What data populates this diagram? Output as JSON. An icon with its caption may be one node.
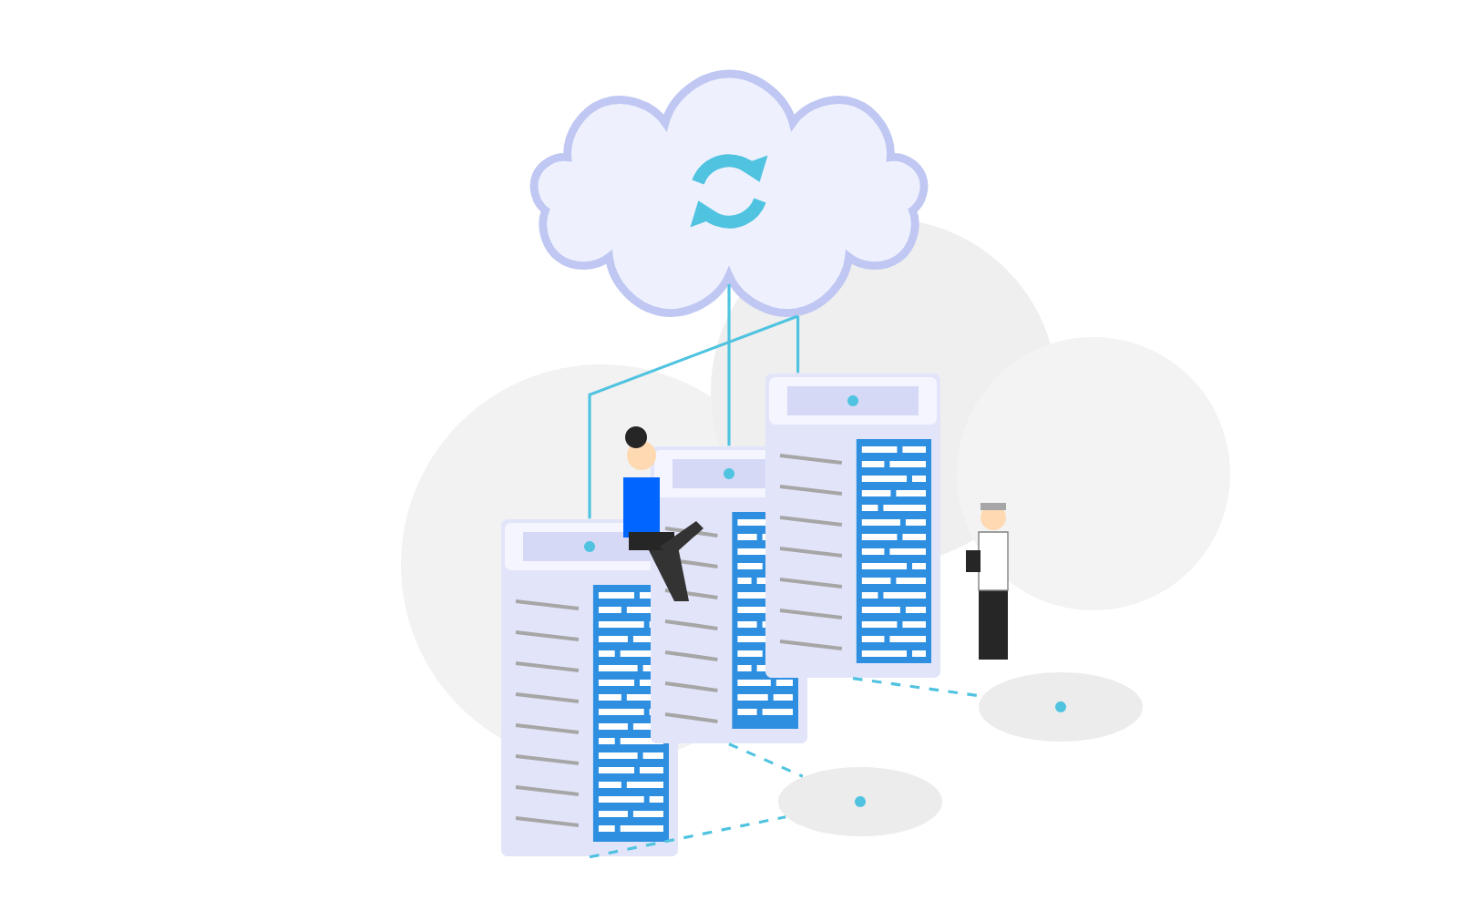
{
  "diagram": {
    "nodes": [
      {
        "text": [],
        "shape": "cloud"
      },
      {
        "text": [],
        "shape": "box"
      },
      {
        "text": [],
        "shape": "box"
      },
      {
        "text": [],
        "shape": "box"
      },
      {
        "text": [],
        "shape": "circle"
      },
      {
        "text": [],
        "shape": "circle"
      }
    ],
    "edges": [
      {
        "from": 0,
        "to": 1,
        "arrow": "none"
      },
      {
        "from": 0,
        "to": 2,
        "arrow": "none"
      },
      {
        "from": 0,
        "to": 3,
        "arrow": "none"
      },
      {
        "from": 3,
        "to": 4,
        "arrow": "none",
        "style": "dashed"
      },
      {
        "from": 2,
        "to": 5,
        "arrow": "none",
        "style": "dashed"
      },
      {
        "from": 1,
        "to": 5,
        "arrow": "none",
        "style": "dashed"
      }
    ]
  }
}
